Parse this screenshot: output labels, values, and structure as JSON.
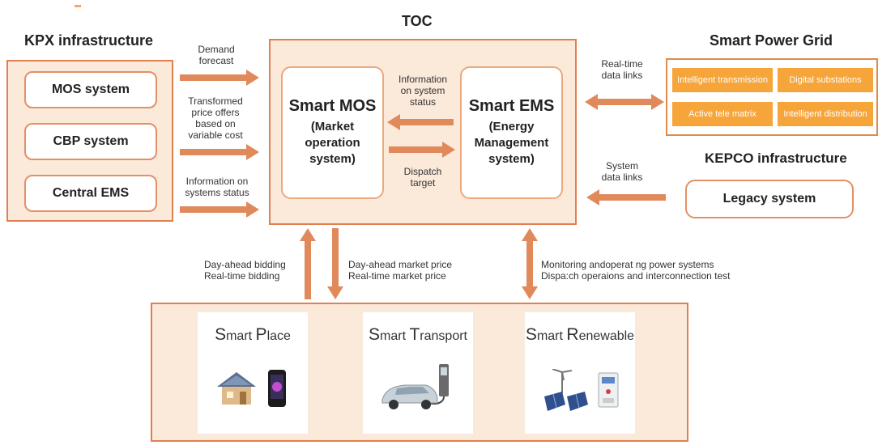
{
  "toc": {
    "title": "TOC",
    "smart_mos": {
      "title": "Smart MOS",
      "sub": [
        "(Market",
        "operation",
        "system)"
      ]
    },
    "smart_ems": {
      "title": "Smart EMS",
      "sub": [
        "(Energy",
        "Management",
        "system)"
      ]
    },
    "info_label": [
      "Information",
      "on system",
      "status"
    ],
    "dispatch_label": [
      "Dispatch",
      "target"
    ]
  },
  "kpx": {
    "title": "KPX infrastructure",
    "items": [
      "MOS system",
      "CBP system",
      "Central EMS"
    ]
  },
  "left_flows": [
    [
      "Demand",
      "forecast"
    ],
    [
      "Transformed",
      "price offers",
      "based on",
      "variable cost"
    ],
    [
      "Information on",
      "systems status"
    ]
  ],
  "smart_grid": {
    "title": "Smart Power Grid",
    "tiles": [
      "Intelligent transmission",
      "Digital substations",
      "Active tele matrix",
      "Intelligent distribution"
    ],
    "link_label": [
      "Real-time",
      "data links"
    ]
  },
  "kepco": {
    "title": "KEPCO infrastructure",
    "legacy": "Legacy system",
    "link_label": [
      "System",
      "data links"
    ]
  },
  "bottom_flows": {
    "bidding": [
      "Day-ahead bidding",
      "Real-time bidding"
    ],
    "price": [
      "Day-ahead market price",
      "Real-time market price"
    ],
    "monitoring": [
      "Monitoring andoperat ng power systems",
      "Dispa:ch operaions and  interconnection test"
    ]
  },
  "cards": [
    {
      "first": "S",
      "rest1": "mart ",
      "second": "P",
      "rest2": "lace"
    },
    {
      "first": "S",
      "rest1": "mart ",
      "second": "T",
      "rest2": "ransport"
    },
    {
      "first": "S",
      "rest1": "mart ",
      "second": "R",
      "rest2": "enewable"
    }
  ],
  "colors": {
    "accent": "#e07f4f",
    "panel_fill": "#fbe9da",
    "tile": "#f6a53a",
    "arrow": "#e08a5c"
  }
}
